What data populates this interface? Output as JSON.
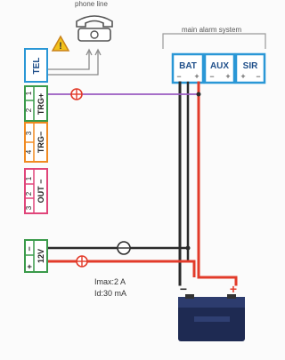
{
  "top": {
    "phone_line_label": "phone line",
    "alarm_system_label": "main alarm system"
  },
  "alarm_terminals": [
    {
      "label": "BAT",
      "polarity": [
        "−",
        "+"
      ]
    },
    {
      "label": "AUX",
      "polarity": [
        "−",
        "+"
      ]
    },
    {
      "label": "SIR",
      "polarity": [
        "+",
        "−"
      ]
    }
  ],
  "left_terminals": {
    "tel": {
      "label": "TEL"
    },
    "trg_plus": {
      "label": "TRG+",
      "pins": [
        "2",
        "1"
      ]
    },
    "trg_minus": {
      "label": "TRG−",
      "pins": [
        "4",
        "3"
      ]
    },
    "out_minus": {
      "label": "OUT −",
      "pins": [
        "3",
        "2",
        "1"
      ]
    },
    "power": {
      "label": "12V",
      "pins": [
        "+",
        "−"
      ]
    }
  },
  "battery_markings": {
    "minus": "−",
    "plus": "+"
  },
  "specs": {
    "imax": "Imax:2 A",
    "id": "Id:30 mA"
  },
  "colors": {
    "tel_box": "#2a97d6",
    "trg_plus_box": "#3a9a4a",
    "trg_minus_box": "#f08a22",
    "out_minus_box": "#e0457a",
    "power_box": "#3a9a4a",
    "red_wire": "#e23b2a",
    "black_wire": "#2a2a2a",
    "purple_wire": "#9a5bc0",
    "alarm_box": "#2a97d6"
  }
}
